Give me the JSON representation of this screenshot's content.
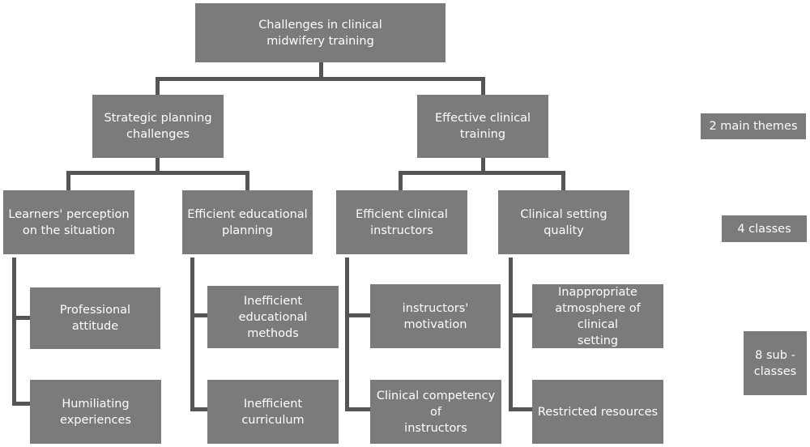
{
  "root": {
    "label": "Challenges in clinical\nmidwifery training"
  },
  "themes": [
    {
      "label": "Strategic planning\nchallenges",
      "classes": [
        {
          "label": "Learners' perception\non the situation",
          "subclasses": [
            "Professional attitude",
            "Humiliating\nexperiences"
          ]
        },
        {
          "label": "Efficient educational\nplanning",
          "subclasses": [
            "Inefficient educational\nmethods",
            "Inefficient curriculum"
          ]
        }
      ]
    },
    {
      "label": "Effective clinical\ntraining",
      "classes": [
        {
          "label": "Efficient clinical\ninstructors",
          "subclasses": [
            "instructors' motivation",
            "Clinical competency of\ninstructors"
          ]
        },
        {
          "label": "Clinical setting quality",
          "subclasses": [
            "Inappropriate\natmosphere of clinical\nsetting",
            "Restricted resources"
          ]
        }
      ]
    }
  ],
  "legend": {
    "themes": "2 main themes",
    "classes": "4 classes",
    "subclasses": "8 sub -\nclasses"
  }
}
